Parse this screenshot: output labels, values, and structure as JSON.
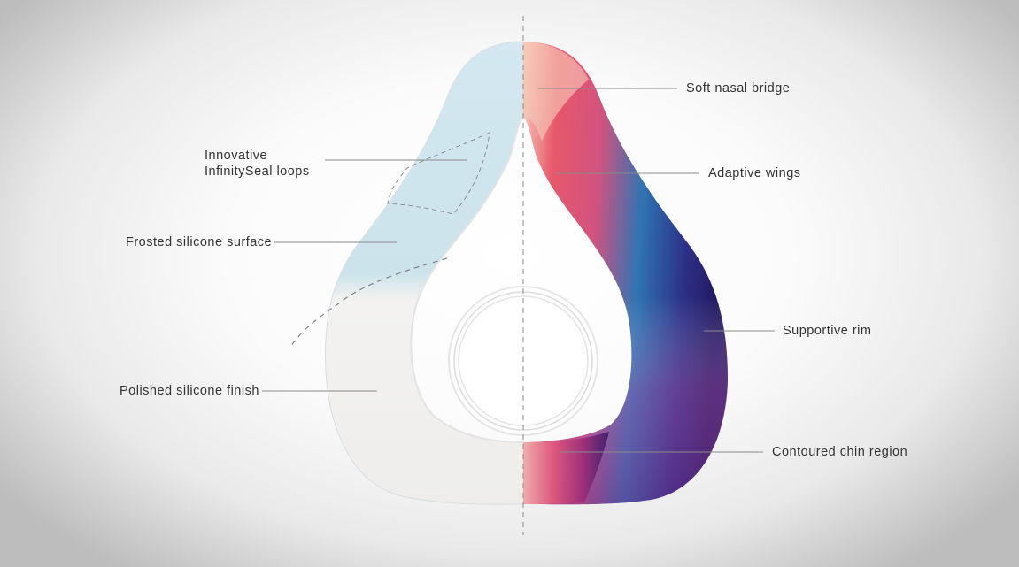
{
  "callouts": {
    "soft_nasal_bridge": "Soft nasal bridge",
    "adaptive_wings": "Adaptive wings",
    "supportive_rim": "Supportive rim",
    "contoured_chin_region": "Contoured chin region",
    "infinityseal_line1": "Innovative",
    "infinityseal_line2": "InfinitySeal loops",
    "frosted_silicone": "Frosted silicone surface",
    "polished_silicone": "Polished silicone finish"
  },
  "colors": {
    "frosted_blue": "#cfe5ee",
    "polished_white": "#f3f2f1",
    "rim_navy": "#2a1f6e",
    "rim_blue": "#2f77b6",
    "cushion_pink": "#e85a6a",
    "cushion_peach": "#f2a58f",
    "leader_line": "#8a8a8a"
  }
}
